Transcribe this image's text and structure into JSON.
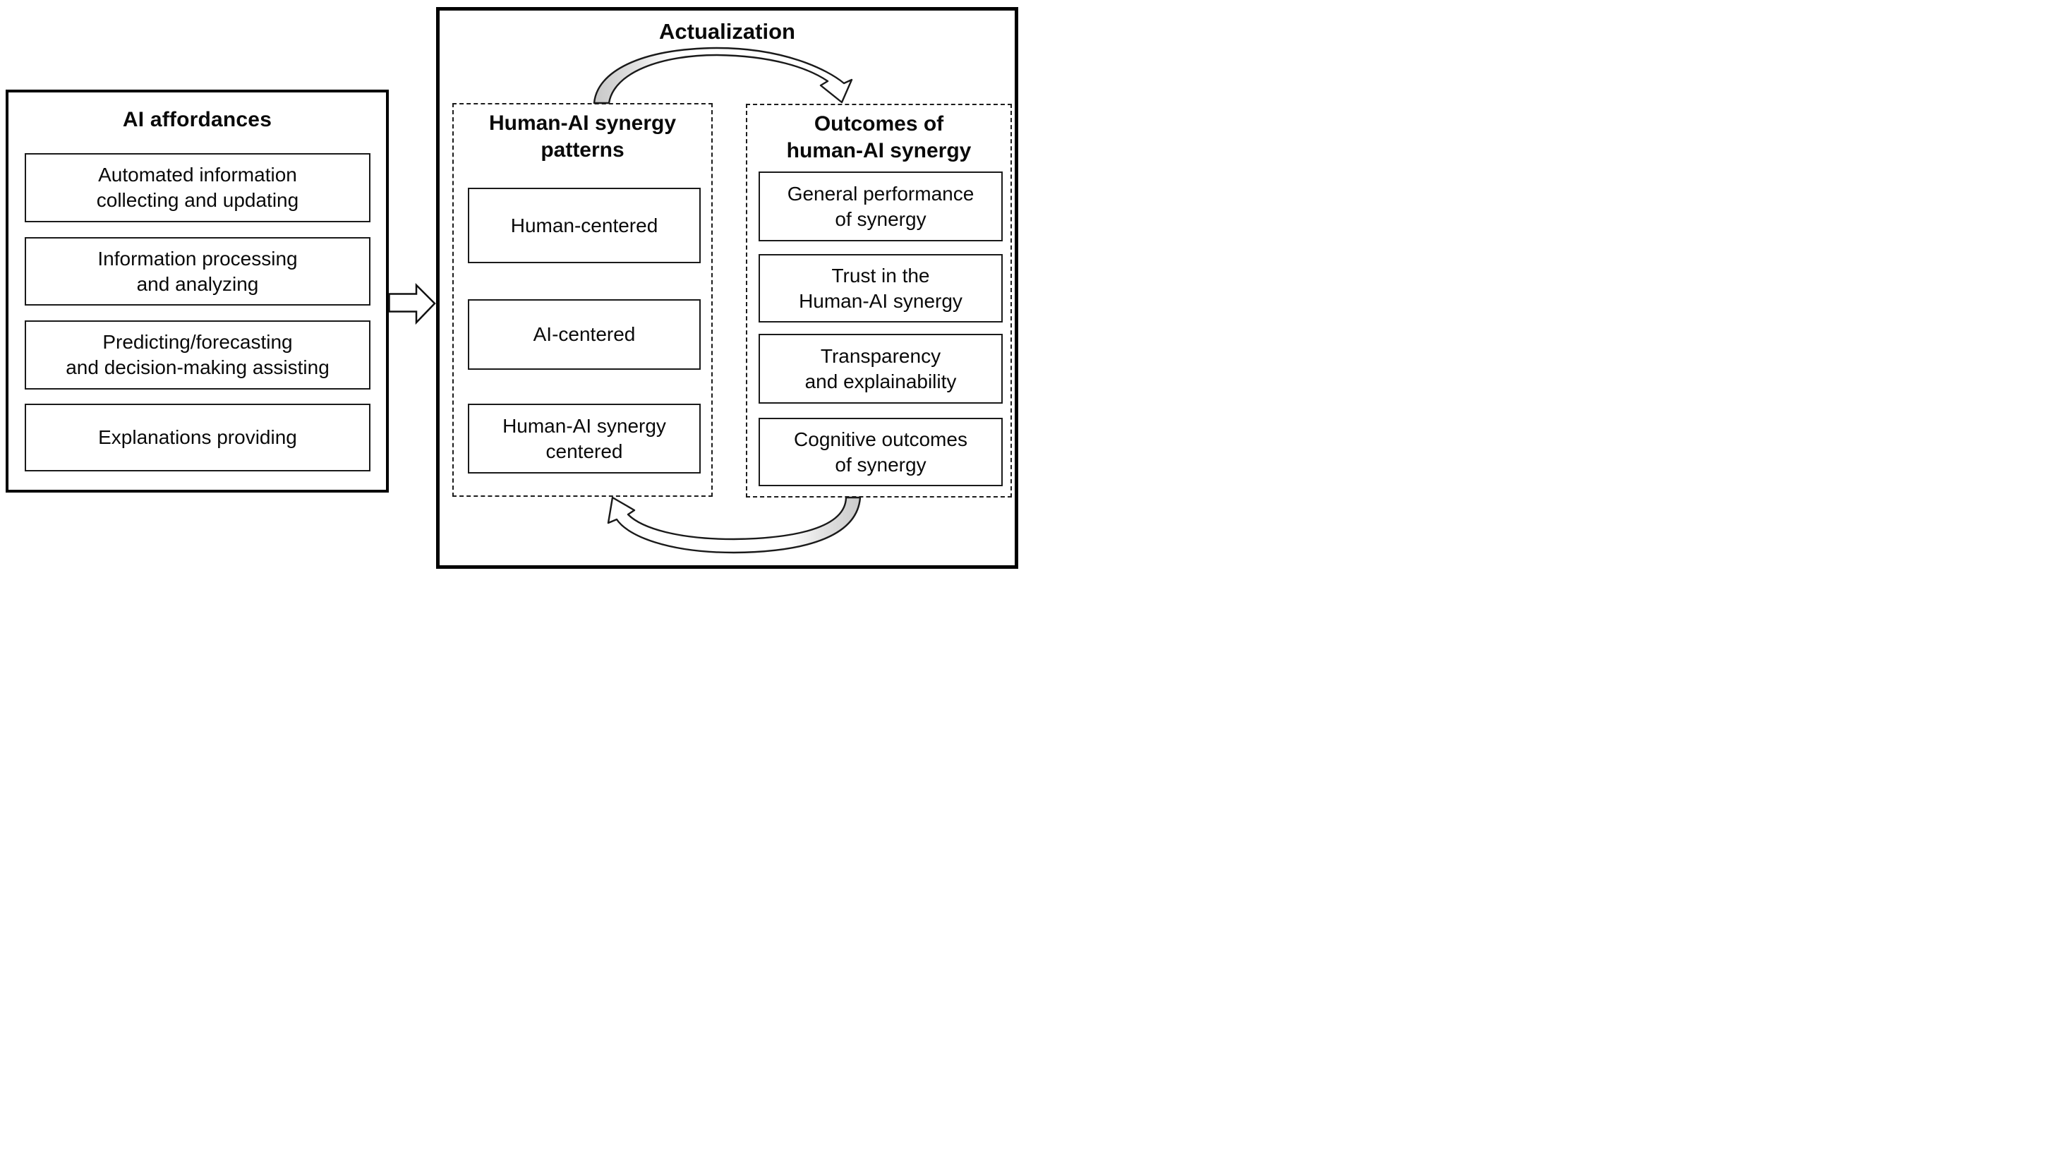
{
  "left_panel": {
    "title": "AI affordances",
    "boxes": [
      {
        "lines": [
          "Automated information",
          "collecting and updating"
        ]
      },
      {
        "lines": [
          "Information processing",
          "and analyzing"
        ]
      },
      {
        "lines": [
          "Predicting/forecasting",
          "and decision-making assisting"
        ]
      },
      {
        "lines": [
          "Explanations providing"
        ]
      }
    ]
  },
  "right_panel": {
    "title": "Actualization",
    "patterns": {
      "title_lines": [
        "Human-AI synergy",
        "patterns"
      ],
      "boxes": [
        {
          "lines": [
            "Human-centered"
          ]
        },
        {
          "lines": [
            "AI-centered"
          ]
        },
        {
          "lines": [
            "Human-AI synergy",
            "centered"
          ]
        }
      ]
    },
    "outcomes": {
      "title_lines": [
        "Outcomes of",
        "human-AI synergy"
      ],
      "boxes": [
        {
          "lines": [
            "General performance",
            "of synergy"
          ]
        },
        {
          "lines": [
            "Trust in the",
            "Human-AI synergy"
          ]
        },
        {
          "lines": [
            "Transparency",
            "and explainability"
          ]
        },
        {
          "lines": [
            "Cognitive outcomes",
            "of synergy"
          ]
        }
      ]
    }
  },
  "colors": {
    "background": "#ffffff",
    "line": "#000000",
    "arrow_tail_gray": "#c9c9c9",
    "arrow_fill": "#ffffff"
  }
}
